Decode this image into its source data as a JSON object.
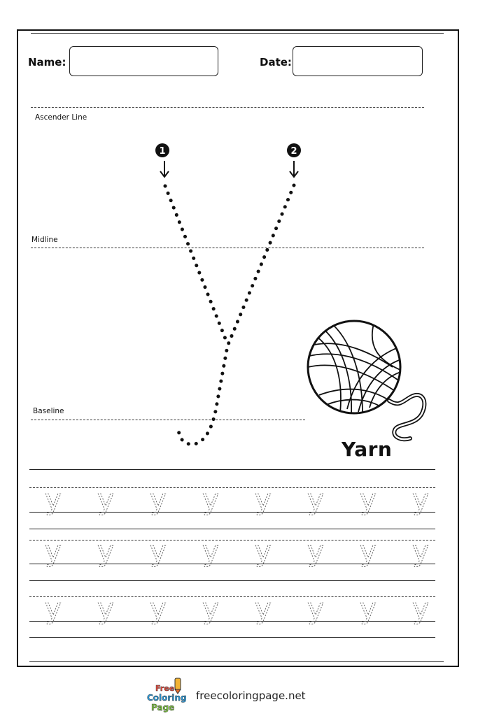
{
  "header": {
    "name_label": "Name:",
    "date_label": "Date:"
  },
  "guides": {
    "ascender_label": "Ascender Line",
    "midline_label": "Midline",
    "baseline_label": "Baseline"
  },
  "stroke_steps": [
    "1",
    "2"
  ],
  "traced_letter": "y",
  "picture": {
    "icon": "yarn-ball-icon",
    "caption": "Yarn"
  },
  "practice": {
    "rows": 3,
    "letters_per_row": 8
  },
  "footer": {
    "logo_text": [
      "Free",
      "Coloring",
      "Page"
    ],
    "site": "freecoloringpage.net"
  }
}
